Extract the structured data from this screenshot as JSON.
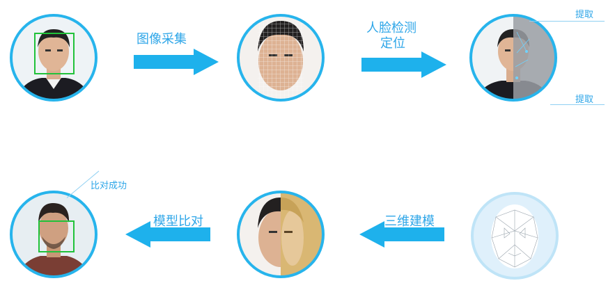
{
  "colors": {
    "ring": "#27b4ec",
    "arrow": "#1eb1ec",
    "text": "#2ea6e8",
    "box": "#21c23a"
  },
  "steps": [
    {
      "id": "capture",
      "image": "face-photo-detected-box"
    },
    {
      "id": "grid",
      "image": "face-photo-grid-overlay"
    },
    {
      "id": "extract",
      "image": "face-photo-half-mesh"
    },
    {
      "id": "model3d",
      "image": "face-3d-wireframe"
    },
    {
      "id": "compare",
      "image": "face-photo-half-comparison"
    },
    {
      "id": "success",
      "image": "face-photo-matched-box"
    }
  ],
  "arrows": {
    "a1": "图像采集",
    "a2_line1": "人脸检测",
    "a2_line2": "定位",
    "a3": "三维建模",
    "a4": "模型比对"
  },
  "labels": {
    "extract_top": "提取",
    "extract_bottom": "提取",
    "success": "比对成功"
  }
}
